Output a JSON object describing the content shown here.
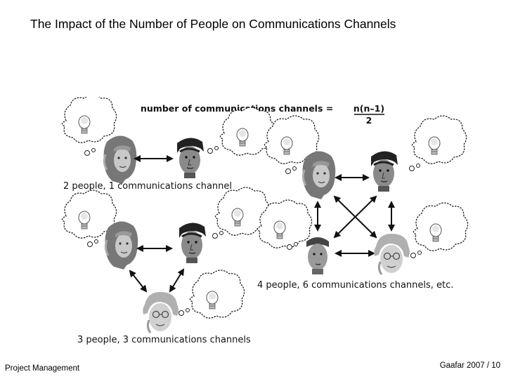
{
  "slide": {
    "title": "The Impact of the Number of People on Communications Channels"
  },
  "figure": {
    "formula": {
      "prefix": "number of communications channels =",
      "numerator": "n(n–1)",
      "denominator": "2"
    },
    "captions": {
      "two_people": "2 people, 1 communications channel",
      "three_people": "3 people, 3 communications channels",
      "four_people": "4 people, 6 communications channels, etc."
    },
    "icons": [
      "thought-bubble-lightbulb-icon",
      "woman-face-icon",
      "man-face-icon",
      "older-man-face-icon",
      "double-arrow-icon"
    ]
  },
  "footer": {
    "left": "Project Management",
    "right": "Gaafar 2007 / 10"
  }
}
